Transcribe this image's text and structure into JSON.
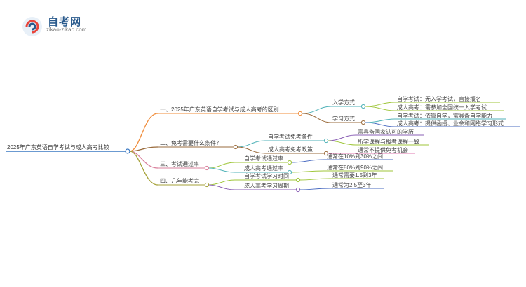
{
  "header": {
    "brand": "自考网",
    "url": "zikao-zikao.com"
  },
  "colors": {
    "root_line": "#3a78c2",
    "branch1": "#f08c3a",
    "branch2": "#9a6b3c",
    "branch3": "#d9809c",
    "branch4": "#a6a23a",
    "leaf_teal": "#4fb2b8",
    "leaf_green": "#9fc63a",
    "leaf_purple": "#8a5fb5",
    "leaf_pink": "#e07ab0",
    "leaf_blue": "#4b6cc2"
  },
  "root": {
    "label": "2025年广东英语自学考试与成人高考比较"
  },
  "branches": [
    {
      "label": "一、2025年广东英语自学考试与成人高考的区别",
      "children": [
        {
          "label": "入学方式",
          "leaves": [
            "自学考试：无入学考试，直接报名",
            "成人高考：需参加全国统一入学考试"
          ]
        },
        {
          "label": "学习方式",
          "leaves": [
            "自学考试：依靠自学，需具备自学能力",
            "成人高考：提供函授、业余和网络学习形式"
          ]
        }
      ]
    },
    {
      "label": "二、免考需要什么条件？",
      "children": [
        {
          "label": "自学考试免考条件",
          "leaves": [
            "需具备国家认可的学历",
            "所学课程与报考课程一致"
          ]
        },
        {
          "label": "成人高考免考政策",
          "leaves": [
            "通常不提供免考机会"
          ]
        }
      ]
    },
    {
      "label": "三、考试通过率",
      "children": [
        {
          "label": "自学考试通过率",
          "leaves": [
            "通常在10%到30%之间"
          ]
        },
        {
          "label": "成人高考通过率",
          "leaves": [
            "通常在80%到90%之间"
          ]
        }
      ]
    },
    {
      "label": "四、几年能考完",
      "children": [
        {
          "label": "自学考试学习时间",
          "leaves": [
            "通常需要1.5到3年"
          ]
        },
        {
          "label": "成人高考学习周期",
          "leaves": [
            "通常为2.5至3年"
          ]
        }
      ]
    }
  ]
}
